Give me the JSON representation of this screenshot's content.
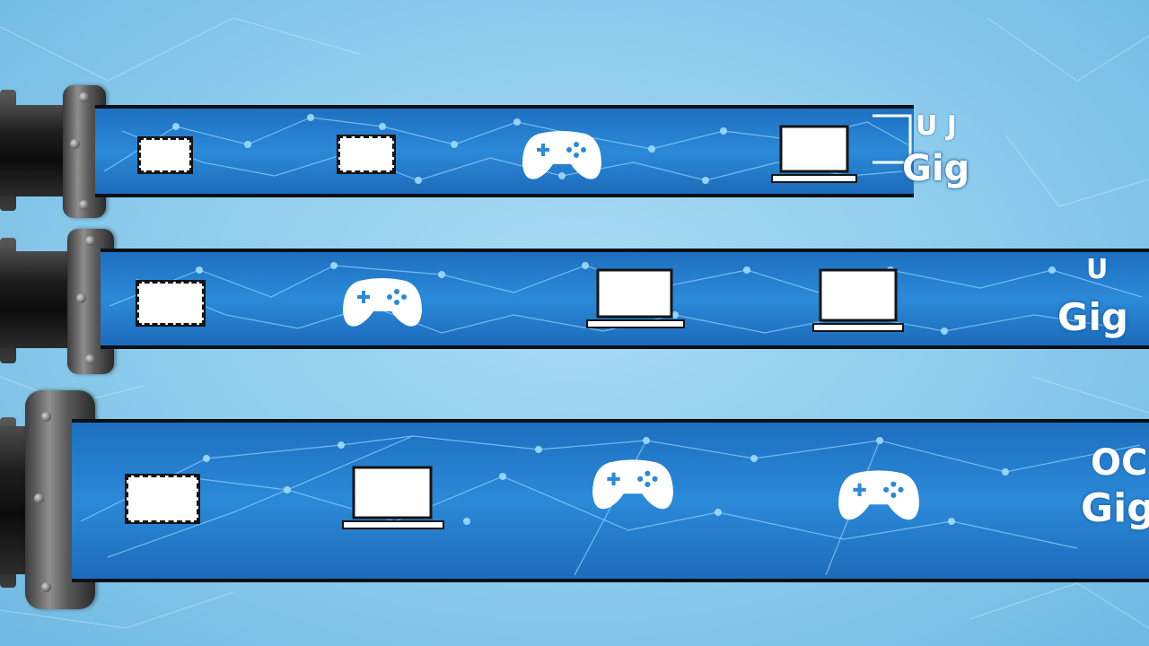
{
  "pipes": [
    {
      "label": "Gig",
      "label_top": "U J",
      "icons": [
        "film-frame-icon",
        "film-frame-icon",
        "gamepad-icon",
        "laptop-icon"
      ]
    },
    {
      "label": "Gig",
      "label_top": "U",
      "icons": [
        "film-frame-icon",
        "gamepad-icon",
        "laptop-icon",
        "laptop-icon"
      ]
    },
    {
      "label": "Gig",
      "label_top": "OC",
      "icons": [
        "film-frame-icon",
        "laptop-icon",
        "gamepad-icon",
        "gamepad-icon"
      ]
    }
  ],
  "colors": {
    "background": "#8ccbec",
    "band": "#2b8ad8",
    "band_border": "#0b0f16",
    "pipe": "#151515",
    "icon_fill": "#ffffff"
  }
}
